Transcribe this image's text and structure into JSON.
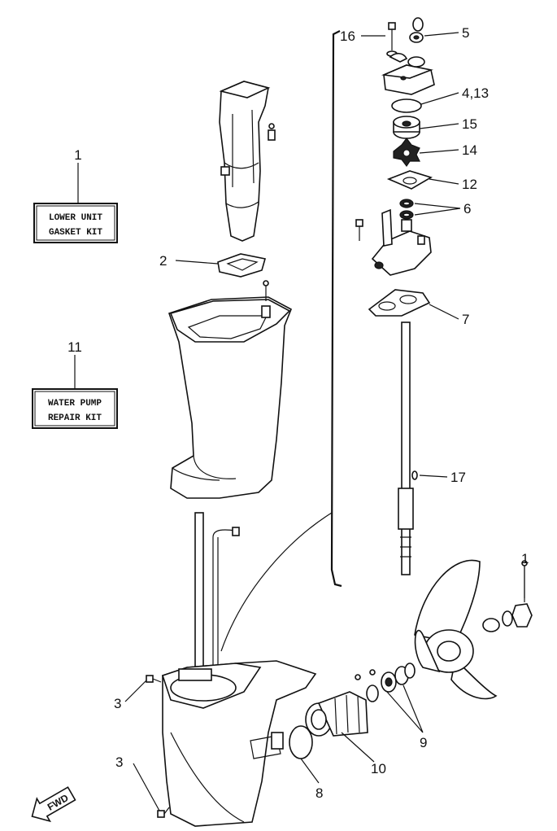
{
  "kits": [
    {
      "number": "1",
      "line1": "LOWER UNIT",
      "line2": "GASKET KIT"
    },
    {
      "number": "11",
      "line1": "WATER PUMP",
      "line2": "REPAIR KIT"
    }
  ],
  "callouts": {
    "c16": "16",
    "c5": "5",
    "c4_13": "4,13",
    "c15": "15",
    "c14": "14",
    "c12": "12",
    "c6": "6",
    "c7": "7",
    "c17": "17",
    "c2": "2",
    "c1": "1",
    "c3a": "3",
    "c3b": "3",
    "c9": "9",
    "c10": "10",
    "c8": "8"
  },
  "fwd_label": "FWD"
}
